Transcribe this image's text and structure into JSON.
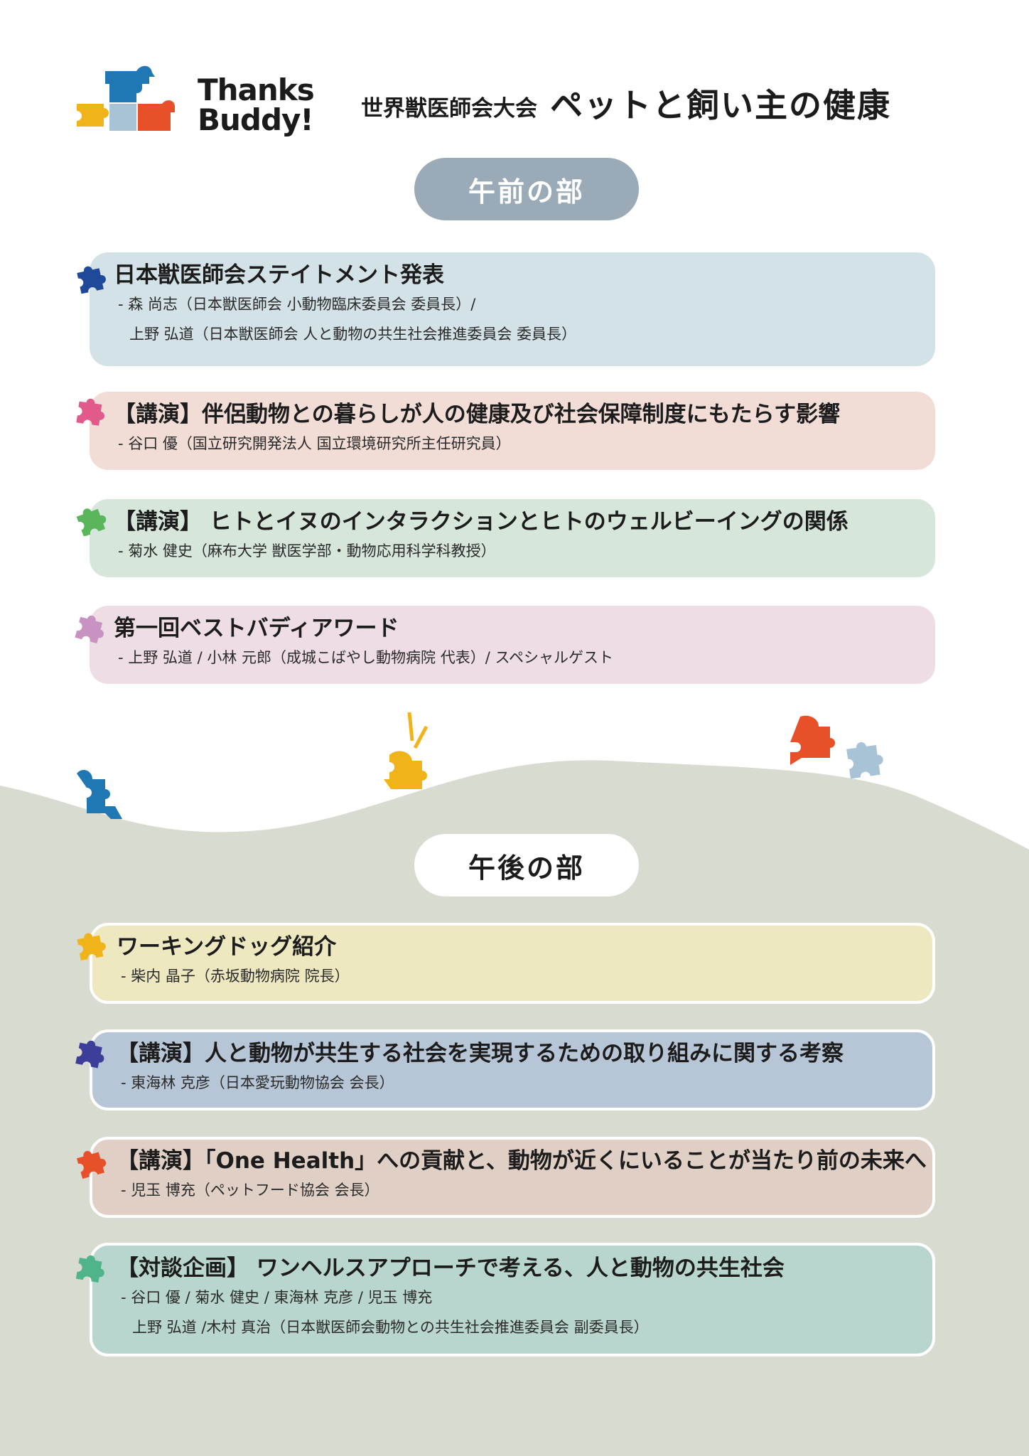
{
  "header": {
    "logo_line1": "Thanks",
    "logo_line2": "Buddy!",
    "event": "世界獣医師会大会",
    "theme": "ペットと飼い主の健康"
  },
  "morning": {
    "label": "午前の部",
    "items": [
      {
        "title": "日本獣医師会ステイトメント発表",
        "line1": "- 森 尚志（日本獣医師会 小動物臨床委員会 委員長）/",
        "line2": "上野 弘道（日本獣医師会 人と動物の共生社会推進委員会 委員長）"
      },
      {
        "title": "【講演】伴侶動物との暮らしが人の健康及び社会保障制度にもたらす影響",
        "line1": "- 谷口 優（国立研究開発法人 国立環境研究所主任研究員）"
      },
      {
        "title": "【講演】 ヒトとイヌのインタラクションとヒトのウェルビーイングの関係",
        "line1": "- 菊水 健史（麻布大学 獣医学部・動物応用科学科教授）"
      },
      {
        "title": "第一回ベストバディアワード",
        "line1": "- 上野 弘道 / 小林 元郎（成城こばやし動物病院 代表）/ スペシャルゲスト"
      }
    ]
  },
  "afternoon": {
    "label": "午後の部",
    "items": [
      {
        "title": "ワーキングドッグ紹介",
        "line1": "- 柴内 晶子（赤坂動物病院 院長）"
      },
      {
        "title": "【講演】人と動物が共生する社会を実現するための取り組みに関する考察",
        "line1": "- 東海林 克彦（日本愛玩動物協会 会長）"
      },
      {
        "title": "【講演】「One Health」への貢献と、動物が近くにいることが当たり前の未来へ",
        "line1": "- 児玉 博充（ペットフード協会 会長）"
      },
      {
        "title": "【対談企画】 ワンヘルスアプローチで考える、人と動物の共生社会",
        "line1": "- 谷口 優 / 菊水 健史 / 東海林 克彦 / 児玉 博充",
        "line2": "上野 弘道 /木村 真治（日本獣医師会動物との共生社会推進委員会 副委員長）"
      }
    ]
  },
  "colors": {
    "hill": "#d8dbcf",
    "am_pill": "#9aabb7",
    "card_blue": "#d3e2e6",
    "card_salmon": "#f1dcd6",
    "card_green": "#d6e6db",
    "card_lilac": "#efdde6",
    "card_yellow": "#ede8c0",
    "card_slate": "#b7c6d6",
    "card_tan": "#e0cfc4",
    "card_teal": "#b8d6cd",
    "piece_navy": "#1f4a9a",
    "piece_pink": "#e2598b",
    "piece_green": "#59b65a",
    "piece_mauve": "#c893c3",
    "piece_yellow": "#f1b31a",
    "piece_indigo": "#3d3e9a",
    "piece_orange": "#e8502a",
    "piece_mint": "#4fb489"
  },
  "icons": [
    "puzzle-piece-icon",
    "puzzle-dog-icon"
  ]
}
